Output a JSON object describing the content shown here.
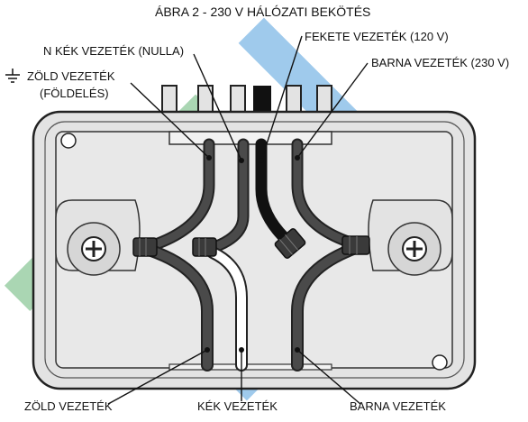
{
  "figure": {
    "title": "ÁBRA 2 - 230 V HÁLÓZATI BEKÖTÉS"
  },
  "labels": {
    "neutral_wire": "N KÉK VEZETÉK (NULLA)",
    "black_wire": "FEKETE VEZETÉK (120 V)",
    "brown_wire_230": "BARNA VEZETÉK (230 V)",
    "green_wire_ground_line1": "ZÖLD VEZETÉK",
    "green_wire_ground_line2": "(FÖLDELÉS)",
    "bottom_green": "ZÖLD VEZETÉK",
    "bottom_blue": "KÉK VEZETÉK",
    "bottom_brown": "BARNA VEZETÉK"
  },
  "icons": {
    "ground": "ground-symbol-icon",
    "screw": "screw-icon",
    "wire_nut": "wire-nut-icon",
    "watermark": "watermark-logo-icon"
  },
  "colors": {
    "box_fill": "#e3e3e3",
    "box_stroke": "#222222",
    "wire_dark": "#3a3a3a",
    "wire_black": "#111111",
    "wire_white": "#ffffff",
    "watermark_green": "#8ec89a",
    "watermark_blue": "#7fb8e6",
    "watermark_red": "#e58a8a"
  }
}
